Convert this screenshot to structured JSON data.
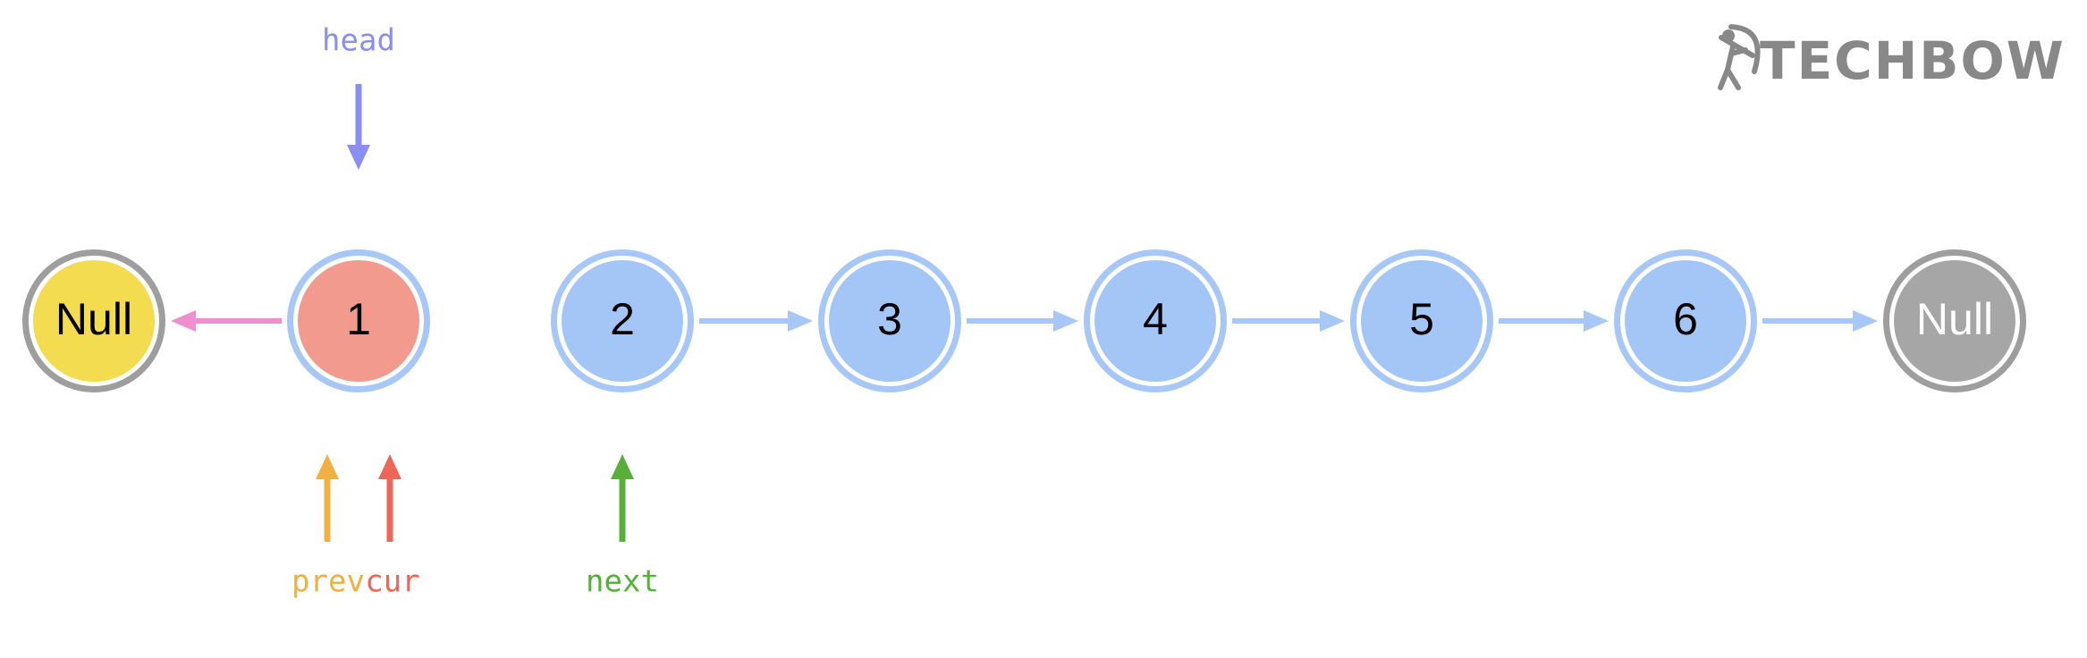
{
  "logo": {
    "text": "TECHBOW",
    "icon": "archer-icon",
    "color": "#888888"
  },
  "nodes": [
    {
      "label": "Null",
      "fill": "#f3dc4f",
      "ring": "#9e9e9e",
      "text_color": "#000000"
    },
    {
      "label": "1",
      "fill": "#f29a8e",
      "ring": "#a7c8f6",
      "text_color": "#000000"
    },
    {
      "label": "2",
      "fill": "#a3c6f7",
      "ring": "#a7c8f6",
      "text_color": "#000000"
    },
    {
      "label": "3",
      "fill": "#a3c6f7",
      "ring": "#a7c8f6",
      "text_color": "#000000"
    },
    {
      "label": "4",
      "fill": "#a3c6f7",
      "ring": "#a7c8f6",
      "text_color": "#000000"
    },
    {
      "label": "5",
      "fill": "#a3c6f7",
      "ring": "#a7c8f6",
      "text_color": "#000000"
    },
    {
      "label": "6",
      "fill": "#a3c6f7",
      "ring": "#a7c8f6",
      "text_color": "#000000"
    },
    {
      "label": "Null",
      "fill": "#a6a6a6",
      "ring": "#9e9e9e",
      "text_color": "#ffffff"
    }
  ],
  "links": [
    {
      "from": 1,
      "to": 0,
      "color": "#f08fd0"
    },
    {
      "from": 2,
      "to": 3,
      "color": "#a7c8f6"
    },
    {
      "from": 3,
      "to": 4,
      "color": "#a7c8f6"
    },
    {
      "from": 4,
      "to": 5,
      "color": "#a7c8f6"
    },
    {
      "from": 5,
      "to": 6,
      "color": "#a7c8f6"
    },
    {
      "from": 6,
      "to": 7,
      "color": "#a7c8f6"
    }
  ],
  "pointers": {
    "head": {
      "label": "head",
      "target": 1,
      "color": "#8a8df2"
    },
    "prev": {
      "label": "prev",
      "target": 1,
      "color": "#f2b042"
    },
    "cur": {
      "label": "cur",
      "target": 1,
      "color": "#ee6657"
    },
    "next": {
      "label": "next",
      "target": 2,
      "color": "#58b03a"
    }
  }
}
